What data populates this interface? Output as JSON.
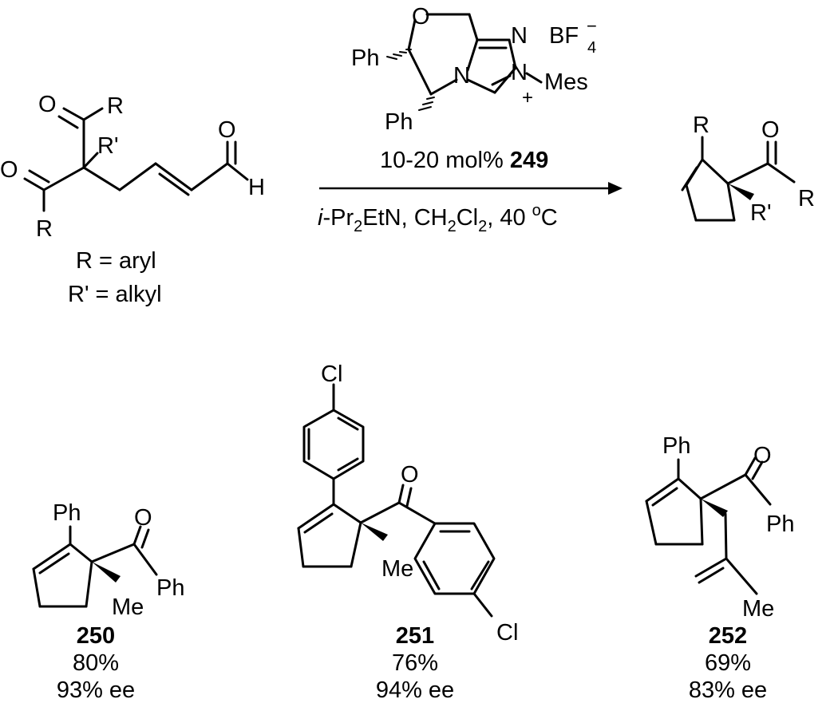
{
  "atoms": {
    "O": "O",
    "H": "H",
    "R": "R",
    "R_prime": "R'",
    "N": "N",
    "Ph": "Ph",
    "Me": "Me",
    "Mes": "Mes",
    "Cl": "Cl",
    "plus": "+",
    "minus": "−",
    "BF": "BF",
    "sub4": "4"
  },
  "substituent_defs": {
    "r_def": "R = aryl",
    "rp_def": "R' = alkyl"
  },
  "reaction": {
    "catalyst_loading": "10-20 mol%",
    "catalyst_id": "249",
    "conditions": {
      "italic_i": "i",
      "base_a": "-Pr",
      "sub2a": "2",
      "base_b": "EtN, CH",
      "sub2b": "2",
      "cl": "Cl",
      "sub2c": "2",
      "temp": ", 40 ",
      "deg": "o",
      "unit": "C"
    }
  },
  "products": [
    {
      "id": "250",
      "yield": "80%",
      "ee": "93% ee"
    },
    {
      "id": "251",
      "yield": "76%",
      "ee": "94% ee"
    },
    {
      "id": "252",
      "yield": "69%",
      "ee": "83% ee"
    }
  ]
}
